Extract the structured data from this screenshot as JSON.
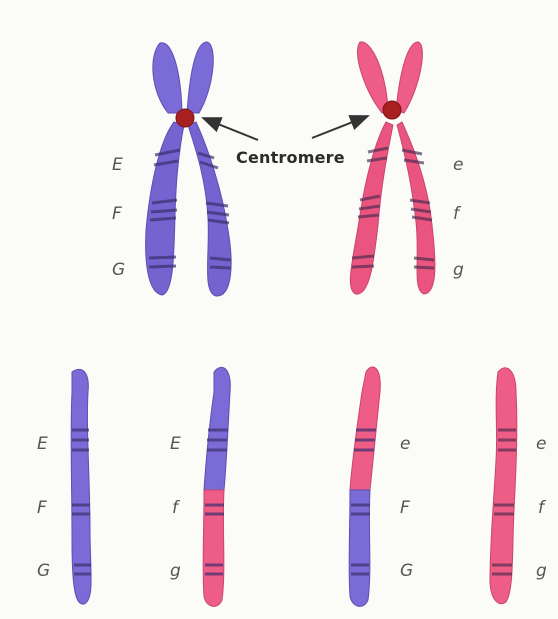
{
  "centromere_label": "Centromere",
  "top": {
    "left_alleles": [
      "E",
      "F",
      "G"
    ],
    "right_alleles": [
      "e",
      "f",
      "g"
    ]
  },
  "bottom": {
    "chromatid_1_alleles": [
      "E",
      "F",
      "G"
    ],
    "chromatid_2_alleles": [
      "E",
      "f",
      "g"
    ],
    "chromatid_3_alleles": [
      "e",
      "F",
      "G"
    ],
    "chromatid_4_alleles": [
      "e",
      "f",
      "g"
    ]
  },
  "colors": {
    "maternal_purple": "#7b6bd6",
    "paternal_pink": "#ee5d86",
    "centromere_red": "#a82020",
    "band_dark": "#3d2f6e"
  }
}
